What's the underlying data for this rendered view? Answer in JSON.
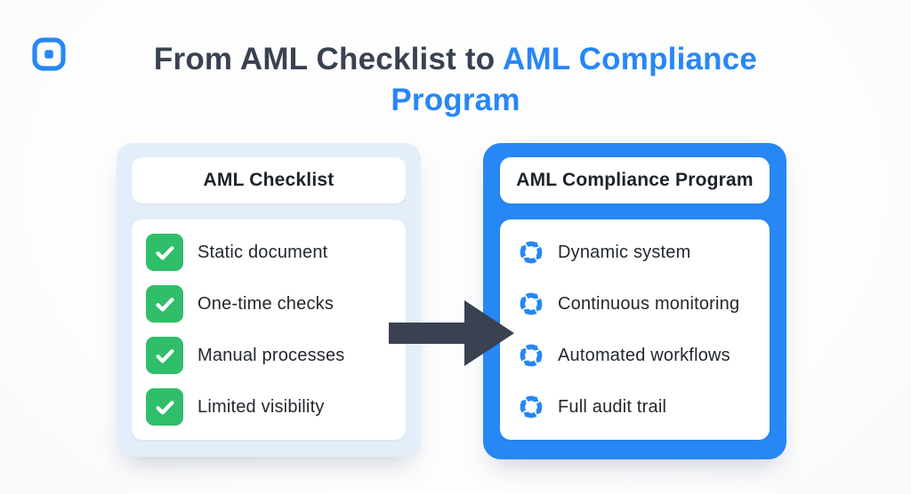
{
  "header": {
    "logo_icon": "square-in-square-icon",
    "title": {
      "prefix": "From AML Checklist to",
      "highlight": "AML Compliance Program"
    }
  },
  "left_card": {
    "title": "AML Checklist",
    "item_icon": "checkmark-icon",
    "items": [
      "Static document",
      "One-time checks",
      "Manual processes",
      "Limited visibility"
    ]
  },
  "right_card": {
    "title": "AML Compliance Program",
    "item_icon": "sync-icon",
    "items": [
      "Dynamic system",
      "Continuous monitoring",
      "Automated workflows",
      "Full audit trail"
    ]
  },
  "arrow_icon": "right-arrow-icon",
  "colors": {
    "accent_blue": "#2787f5",
    "title_dark": "#3a4150",
    "check_green": "#2fbe69",
    "left_card_bg": "#e4eefb"
  }
}
